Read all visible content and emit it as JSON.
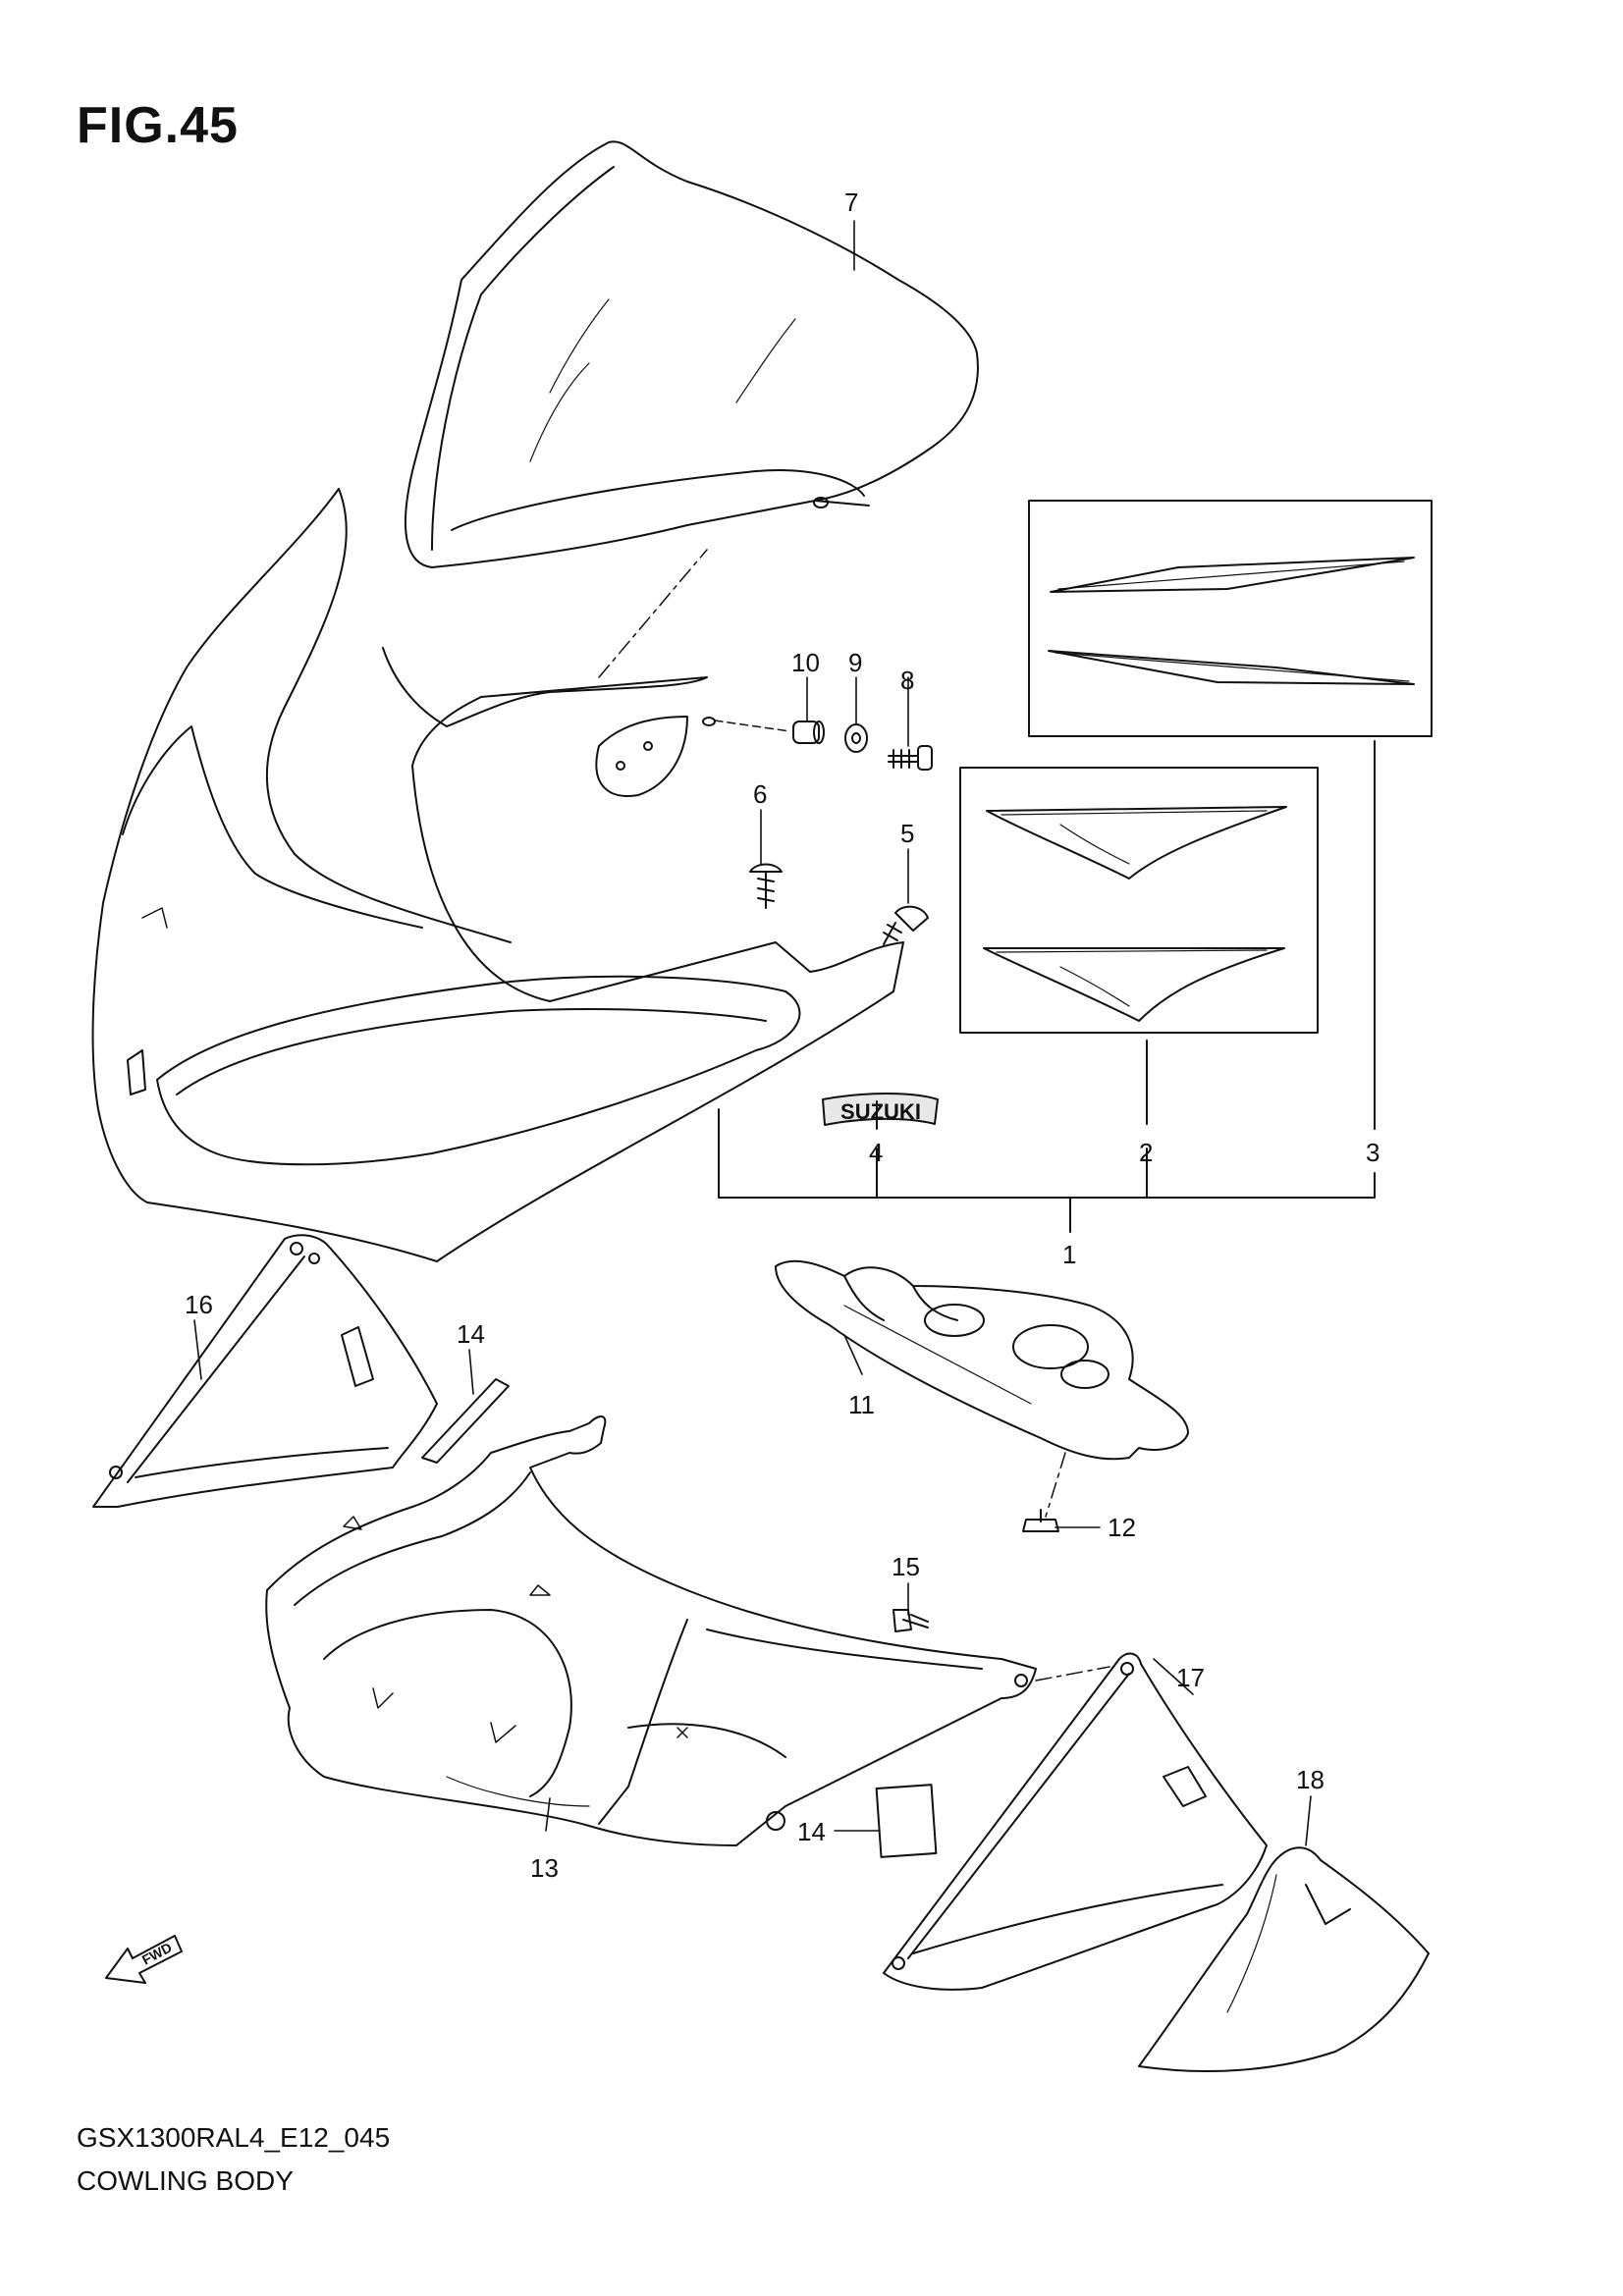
{
  "figure": {
    "title": "FIG.45",
    "model_code": "GSX1300RAL4_E12_045",
    "section_name": "COWLING BODY"
  },
  "badge": {
    "text": "SUZUKI"
  },
  "direction_arrow": {
    "text": "FWD"
  },
  "callouts": [
    {
      "id": "c1",
      "label": "1"
    },
    {
      "id": "c2",
      "label": "2"
    },
    {
      "id": "c3",
      "label": "3"
    },
    {
      "id": "c4",
      "label": "4"
    },
    {
      "id": "c5",
      "label": "5"
    },
    {
      "id": "c6",
      "label": "6"
    },
    {
      "id": "c7",
      "label": "7"
    },
    {
      "id": "c8",
      "label": "8"
    },
    {
      "id": "c9",
      "label": "9"
    },
    {
      "id": "c10",
      "label": "10"
    },
    {
      "id": "c11",
      "label": "11"
    },
    {
      "id": "c12",
      "label": "12"
    },
    {
      "id": "c13",
      "label": "13"
    },
    {
      "id": "c14a",
      "label": "14"
    },
    {
      "id": "c14b",
      "label": "14"
    },
    {
      "id": "c15",
      "label": "15"
    },
    {
      "id": "c16",
      "label": "16"
    },
    {
      "id": "c17",
      "label": "17"
    },
    {
      "id": "c18",
      "label": "18"
    }
  ]
}
